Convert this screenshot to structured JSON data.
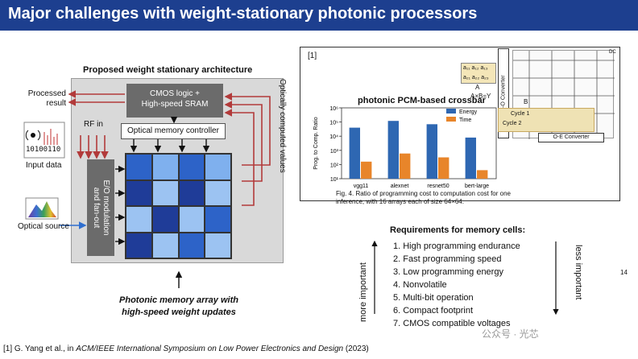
{
  "slide": {
    "title": "Major challenges with weight-stationary photonic processors",
    "number": "14",
    "footnote_prefix": "[1] G. Yang et al., in ",
    "footnote_venue": "ACM/IEEE International Symposium on Low Power Electronics and Design",
    "footnote_year": " (2023)",
    "watermark": "公众号 · 光芯"
  },
  "architecture": {
    "title": "Proposed weight stationary architecture",
    "cmos": "CMOS logic +",
    "cmos2": "High-speed SRAM",
    "omc": "Optical memory controller",
    "eo": "E/O modulation",
    "eo2": "and fan-out",
    "processed": "Processed",
    "result": "result",
    "rf_in": "RF in",
    "bits": "10100110",
    "input_data": "Input data",
    "optical_source": "Optical source",
    "side_label": "Optically computed values",
    "bottom_label1": "Photonic memory array with",
    "bottom_label2": "high-speed weight updates",
    "grid_colors": [
      "#2d63c8",
      "#7fb0ee",
      "#2d63c8",
      "#7fb0ee",
      "#1f3c98",
      "#9cc3f2",
      "#1f3c98",
      "#9cc3f2",
      "#9cc3f2",
      "#1f3c98",
      "#9cc3f2",
      "#2d63c8",
      "#1f3c98",
      "#9cc3f2",
      "#2d63c8",
      "#9cc3f2"
    ],
    "accent": "#b23a3a"
  },
  "paper": {
    "ref": "[1]",
    "chart_title": "photonic PCM-based crossbar",
    "caption": "Fig. 4. Ratio of programming cost to computation cost for one inference, with 16 arrays each of size 64×64.",
    "eo_converter": "E-O Converter",
    "oe_converter": "O-E Converter",
    "axb": "A×B=Y",
    "cycle1": "Cycle 1",
    "cycle2": "Cycle 2",
    "a11": "a₁₁ a₁₂ a₁₃",
    "a21": "a₂₁ a₂₂ a₂₃",
    "label_a": "A",
    "label_b": "B",
    "label_dc": "DC"
  },
  "chart_data": {
    "type": "bar",
    "title": "photonic PCM-based crossbar",
    "ylabel": "Prog. to Comp. Ratio",
    "yscale": "log",
    "ylim": [
      10,
      1000000
    ],
    "yticks": [
      "10⁶",
      "10⁵",
      "10⁴",
      "10³",
      "10²",
      "10¹"
    ],
    "categories": [
      "vgg11",
      "alexnet",
      "resnet50",
      "bert-large"
    ],
    "series": [
      {
        "name": "Energy",
        "color": "#2e67b2",
        "values": [
          40000,
          120000,
          70000,
          8000
        ]
      },
      {
        "name": "Time",
        "color": "#e8852a",
        "values": [
          160,
          600,
          320,
          40
        ]
      }
    ],
    "legend": "top-right"
  },
  "requirements": {
    "title": "Requirements for memory cells:",
    "items": [
      "1.   High programming endurance",
      "2.   Fast programming speed",
      "3.   Low programming energy",
      "4.   Nonvolatile",
      "5.   Multi-bit operation",
      "6.   Compact footprint",
      "7.   CMOS compatible voltages"
    ],
    "more_important": "more important",
    "less_important": "less important"
  }
}
